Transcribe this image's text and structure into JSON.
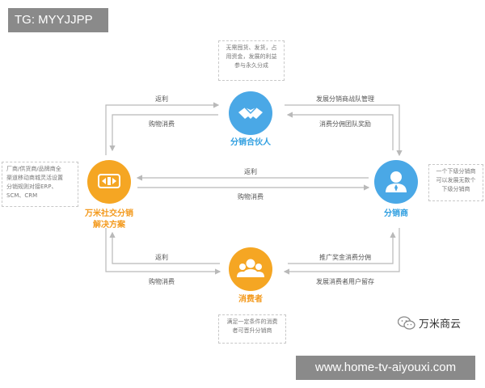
{
  "watermark": {
    "tg": "TG: MYYJJPP",
    "url": "www.home-tv-aiyouxi.com"
  },
  "brand": {
    "name": "万米商云",
    "icon": "wechat-icon"
  },
  "nodes": {
    "partner": {
      "label": "分销合伙人",
      "icon": "handshake-icon",
      "color": "#4aa8e6"
    },
    "solution": {
      "label": "万米社交分销\n解决方案",
      "icon": "wanmi-logo-icon",
      "color": "#f5a623"
    },
    "distributor": {
      "label": "分销商",
      "icon": "person-icon",
      "color": "#4aa8e6"
    },
    "consumer": {
      "label": "消费者",
      "icon": "group-icon",
      "color": "#f5a623"
    }
  },
  "notes": {
    "partner": "无需囤货、发货，占\n用资金，发展的利益\n参与永久分成",
    "solution": "厂商/供货商/品牌商全\n渠道移动商城灵活设置\n分销规则对接ERP、\nSCM、CRM",
    "distributor": "一个下级分销商\n可以发展无数个\n下级分销商",
    "consumer": "满足一定条件的消费\n者可晋升分销商"
  },
  "flows": {
    "top_left_top": "返利",
    "top_left_bottom": "购物消费",
    "top_right_top": "发展分销商战队管理",
    "top_right_bottom": "消费分佣团队奖励",
    "middle_top": "返利",
    "middle_bottom": "购物消费",
    "bottom_left_top": "返利",
    "bottom_left_bottom": "购物消费",
    "bottom_right_top": "推广奖金消费分佣",
    "bottom_right_bottom": "发展消费者用户留存"
  },
  "colors": {
    "blue": "#4aa8e6",
    "orange": "#f5a623",
    "line": "#b9b9b9"
  }
}
